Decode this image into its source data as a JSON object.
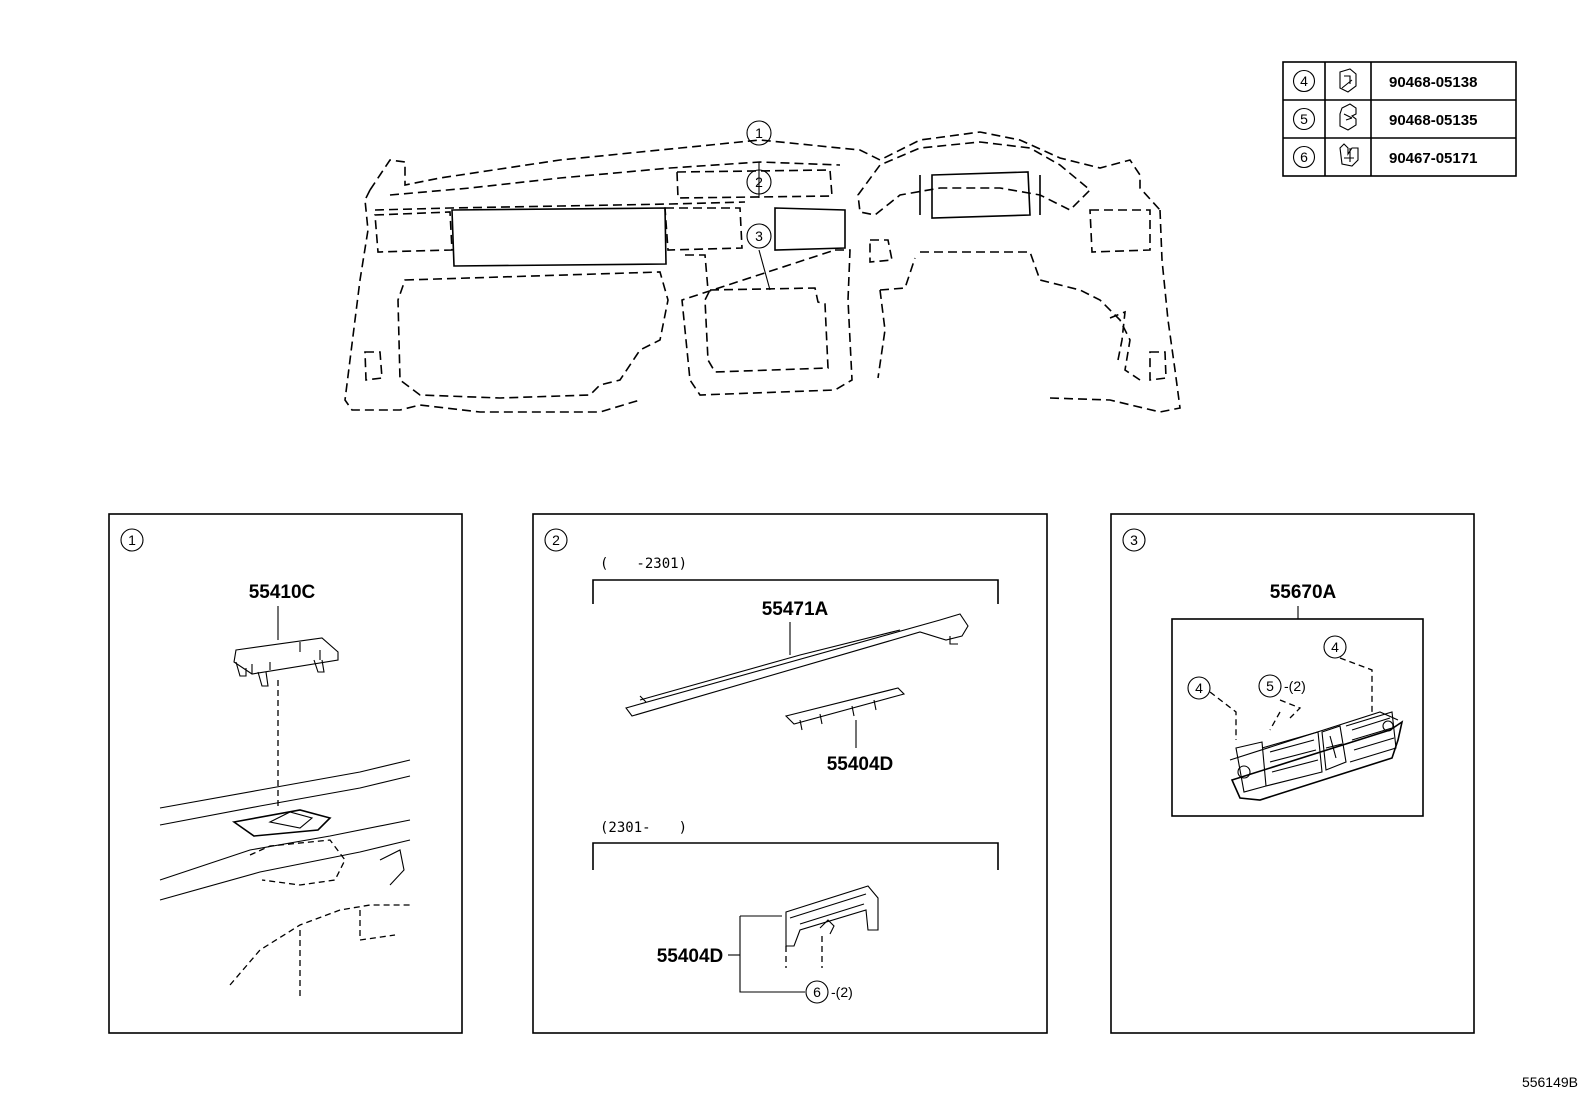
{
  "legend": [
    {
      "num": "4",
      "part": "90468-05138",
      "icon": "clip-icon"
    },
    {
      "num": "5",
      "part": "90468-05135",
      "icon": "clip-icon"
    },
    {
      "num": "6",
      "part": "90467-05171",
      "icon": "clip-icon"
    }
  ],
  "overview": {
    "callouts": [
      "1",
      "2",
      "3"
    ]
  },
  "panel1": {
    "num": "1",
    "part": "55410C"
  },
  "panel2": {
    "num": "2",
    "range_a": "(　　-2301)",
    "part_a1": "55471A",
    "part_a2": "55404D",
    "range_b": "(2301-　　)",
    "part_b1": "55404D",
    "clip_num": "6",
    "clip_qty": "-(2)"
  },
  "panel3": {
    "num": "3",
    "part": "55670A",
    "clip_a": "4",
    "clip_b": "4",
    "clip_c": "5",
    "clip_c_qty": "-(2)"
  },
  "reference": "556149B"
}
